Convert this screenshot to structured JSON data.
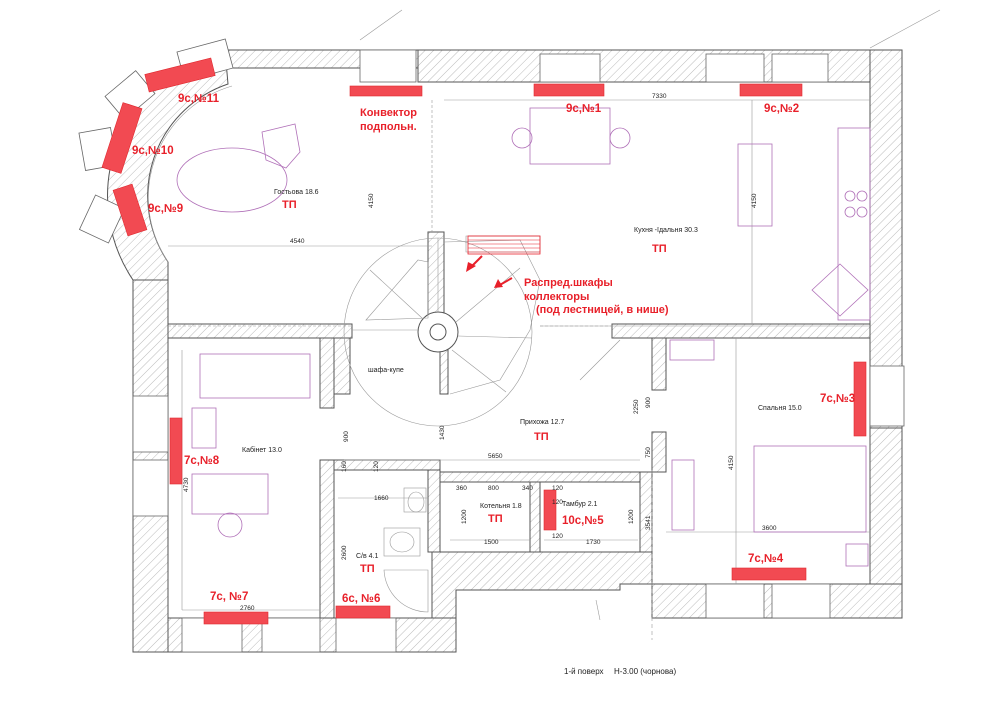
{
  "rooms": {
    "guest": {
      "name": "Гостьова  18.6",
      "tp": "ТП"
    },
    "kitchen": {
      "name": "Кухня -їдальня 30.3",
      "tp": "ТП"
    },
    "hall": {
      "name": "Прихожа  12.7",
      "tp": "ТП"
    },
    "study": {
      "name": "Кабінет  13.0"
    },
    "bedroom": {
      "name": "Спальня  15.0"
    },
    "boiler": {
      "name": "Котельня  1.8",
      "tp": "ТП"
    },
    "vestibule": {
      "name": "Тамбур  2.1"
    },
    "bath": {
      "name": "С/в  4.1",
      "tp": "ТП"
    },
    "wardrobe": {
      "name": "шафа-купе"
    }
  },
  "radiators": {
    "r1": "9с,№1",
    "r2": "9с,№2",
    "r3": "7с,№3",
    "r4": "7с,№4",
    "r5": "10с,№5",
    "r6": "6с, №6",
    "r7": "7с, №7",
    "r8": "7с,№8",
    "r9": "9с,№9",
    "r10": "9с,№10",
    "r11": "9с,№11"
  },
  "notes": {
    "convector_l1": "Конвектор",
    "convector_l2": "подпольн.",
    "manifold_l1": "Распред.шкафы",
    "manifold_l2": "коллекторы",
    "manifold_l3": "(под лестницей, в нише)"
  },
  "dims": {
    "d7330": "7330",
    "d4540": "4540",
    "d4150a": "4150",
    "d4150b": "4150",
    "d4150c": "4150",
    "d5650": "5650",
    "d1430": "1430",
    "d900a": "900",
    "d900b": "900",
    "d2250": "2250",
    "d750": "750",
    "d4730": "4730",
    "d160": "160",
    "d120a": "120",
    "d1660": "1660",
    "d2600": "2600",
    "d2760": "2760",
    "d360": "360",
    "d800": "800",
    "d340": "340",
    "d120b": "120",
    "d1200a": "1200",
    "d1500": "1500",
    "d120c": "120",
    "d1730": "1730",
    "d1200b": "1200",
    "d120d": "120",
    "d3541": "3541",
    "d3600": "3600"
  },
  "caption": {
    "floor": "1-й поверх",
    "height": "Н-3.00 (чорнова)"
  }
}
